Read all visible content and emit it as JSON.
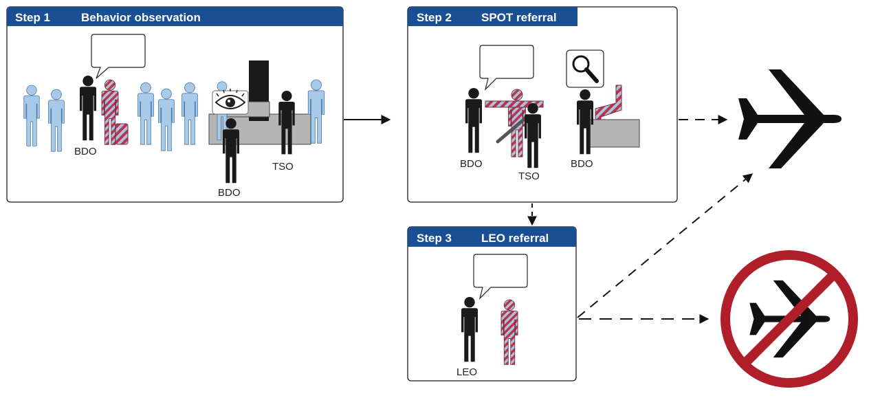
{
  "colors": {
    "header_blue": "#1a4f93",
    "crowd_blue": "#a9c9e8",
    "figure_black": "#1a1a1a",
    "stripe_red": "#b8344f",
    "stripe_blue": "#a9c3dc",
    "counter_gray": "#b5b5b5",
    "prohibited_red": "#b01e2a"
  },
  "steps": [
    {
      "number": "Step 1",
      "title": "Behavior observation",
      "labels": [
        "BDO",
        "BDO",
        "TSO"
      ],
      "icons": [
        "speech-bubble-icon",
        "eye-icon",
        "person-icon",
        "striped-person-icon",
        "luggage-icon"
      ]
    },
    {
      "number": "Step 2",
      "title": "SPOT referral",
      "labels": [
        "BDO",
        "TSO",
        "BDO"
      ],
      "icons": [
        "speech-bubble-icon",
        "magnifier-icon",
        "person-icon",
        "striped-person-icon",
        "wand-icon"
      ]
    },
    {
      "number": "Step 3",
      "title": "LEO referral",
      "labels": [
        "LEO"
      ],
      "icons": [
        "speech-bubble-icon",
        "person-icon",
        "striped-person-icon"
      ]
    }
  ],
  "outcomes": [
    {
      "icon": "airplane-icon"
    },
    {
      "icon": "no-flight-icon"
    }
  ]
}
